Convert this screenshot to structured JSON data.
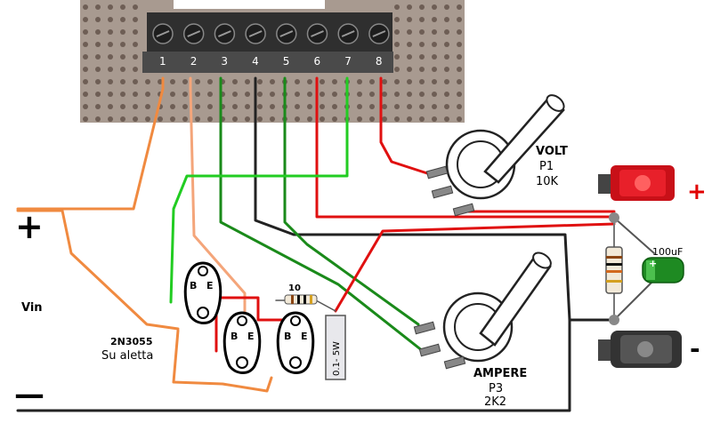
{
  "terminal_block": {
    "pins": [
      "1",
      "2",
      "3",
      "4",
      "5",
      "6",
      "7",
      "8"
    ]
  },
  "labels": {
    "vin": "Vin",
    "plus_left": "+",
    "minus_left": "—",
    "plus_right": "+",
    "minus_right": "-",
    "transistor_type": "2N3055",
    "transistor_note": "Su aletta",
    "pin_b": "B",
    "pin_e": "E",
    "resistor_10_value": "10",
    "shunt_value": "0.1- 5W",
    "capacitor_value": "100uF",
    "pot_volt_name": "VOLT",
    "pot_volt_ref": "P1",
    "pot_volt_value": "10K",
    "pot_ampere_name": "AMPERE",
    "pot_ampere_ref": "P3",
    "pot_ampere_value": "2K2"
  },
  "colors": {
    "board": "#a89a90",
    "terminal": "#3a3a3a",
    "wire_orange": "#f08a40",
    "wire_salmon": "#f4a57a",
    "wire_green": "#1a8a1a",
    "wire_lightgreen": "#22cc22",
    "wire_black": "#222222",
    "wire_red": "#e01010",
    "plus_red": "#e00000"
  }
}
